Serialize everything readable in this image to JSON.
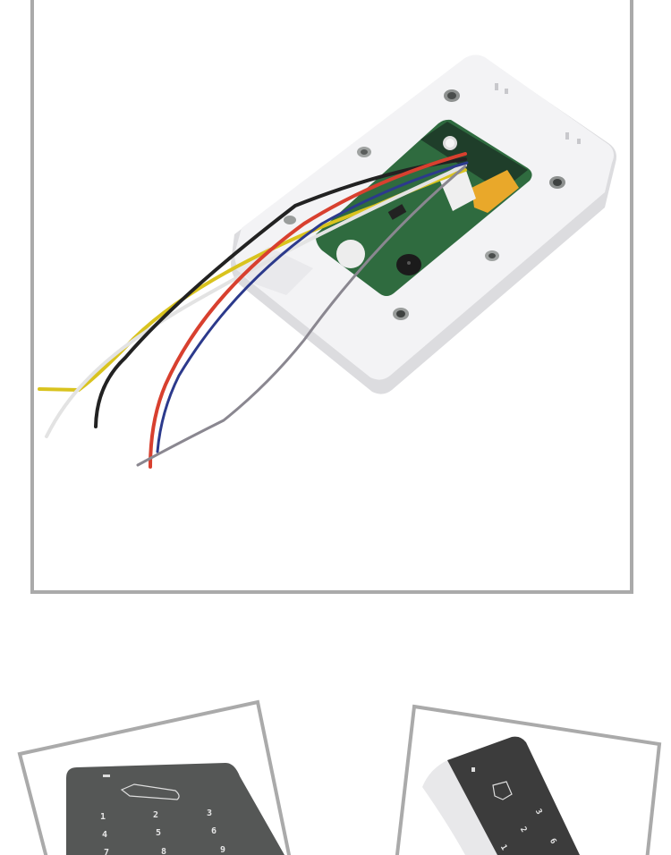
{
  "image": {
    "description": "Product detail photos of an RFID keypad access control reader",
    "frame_color": "#aaaaaa",
    "background": "#ffffff"
  },
  "main_photo": {
    "subject": "back-of-access-control-reader",
    "housing_color": "#f2f2f4",
    "pcb_color": "#2f6b3f",
    "relay_color": "#e9a82a",
    "wires": [
      {
        "name": "yellow",
        "color": "#d9c31e"
      },
      {
        "name": "white",
        "color": "#e6e6e6"
      },
      {
        "name": "black",
        "color": "#222222"
      },
      {
        "name": "red",
        "color": "#d8402f"
      },
      {
        "name": "blue",
        "color": "#2c3a8c"
      },
      {
        "name": "gray",
        "color": "#8a8790"
      }
    ]
  },
  "thumbnails": [
    {
      "subject": "front-keypad-view",
      "keys": [
        "1",
        "2",
        "3",
        "4",
        "5",
        "6",
        "7",
        "8",
        "9"
      ],
      "panel_color": "#555756"
    },
    {
      "subject": "angled-keypad-view",
      "keys": [
        "1",
        "2",
        "3",
        "6"
      ],
      "panel_color": "#3c3c3c"
    }
  ]
}
